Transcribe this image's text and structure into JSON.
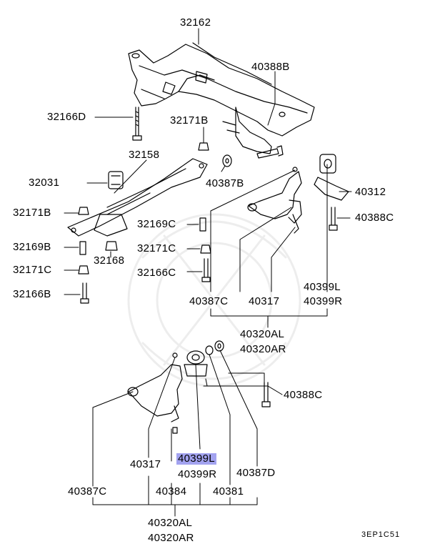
{
  "labels": {
    "p32162": "32162",
    "p40388B": "40388B",
    "p32166D": "32166D",
    "p32171B_top": "32171B",
    "p32158": "32158",
    "p32031": "32031",
    "p40387B": "40387B",
    "p40312": "40312",
    "p40388C_top": "40388C",
    "p32171B_left": "32171B",
    "p32169C": "32169C",
    "p32169B": "32169B",
    "p32168": "32168",
    "p32171C_mid": "32171C",
    "p32171C_left": "32171C",
    "p32166C": "32166C",
    "p32166B": "32166B",
    "p40399L_top": "40399L",
    "p40399R_top": "40399R",
    "p40387C_top": "40387C",
    "p40317_top": "40317",
    "p40320AL_top": "40320AL",
    "p40320AR_top": "40320AR",
    "p40388C_bottom": "40388C",
    "p40317_bottom": "40317",
    "p40399L_bottom": "40399L",
    "p40399R_bottom": "40399R",
    "p40387D": "40387D",
    "p40387C_bottom": "40387C",
    "p40384": "40384",
    "p40381": "40381",
    "p40320AL_bottom": "40320AL",
    "p40320AR_bottom": "40320AR"
  },
  "diagram_code": "3EP1C51",
  "highlight_color": "#a3a3f0"
}
